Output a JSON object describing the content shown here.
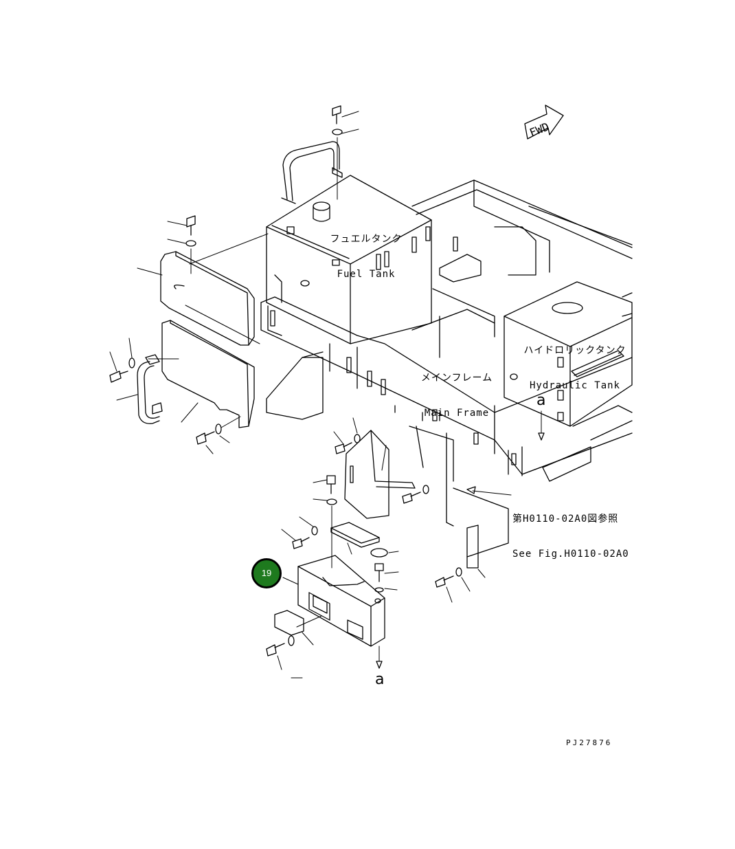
{
  "labels": {
    "fuel_tank_jp": "フュエルタンク",
    "fuel_tank_en": "Fuel Tank",
    "hydraulic_tank_jp": "ハイドロリックタンク",
    "hydraulic_tank_en": "Hydraulic Tank",
    "main_frame_jp": "メインフレーム",
    "main_frame_en": "Main Frame",
    "see_fig_jp": "第H0110-02A0図参照",
    "see_fig_en": "See Fig.H0110-02A0",
    "arrow_a_top": "a",
    "arrow_a_bottom": "a",
    "fwd": "FWD",
    "drawing_code": "PJ27876"
  },
  "callout": {
    "number": "19",
    "color": "#1e7a1e"
  }
}
